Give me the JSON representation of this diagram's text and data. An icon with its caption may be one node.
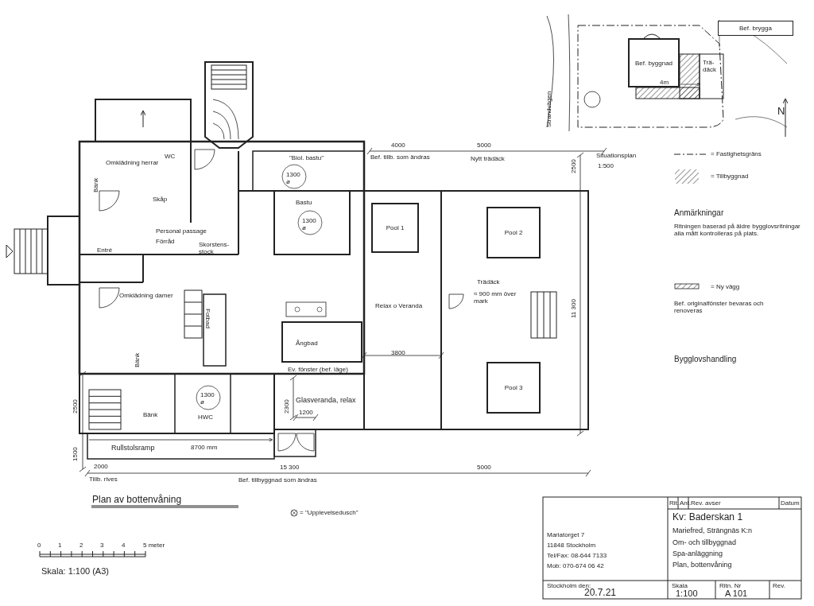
{
  "diagram": {
    "title": "Plan av bottenvåning",
    "nodes": [
      {
        "text": [
          "Bef. byggnad"
        ]
      },
      {
        "text": [
          "Bef. brygga"
        ]
      },
      {
        "text": [
          "Pool 1"
        ]
      },
      {
        "text": [
          "Pool 2"
        ]
      },
      {
        "text": [
          "Pool 3"
        ]
      }
    ],
    "labels": [
      "Strandvägen",
      "4m",
      "Trä- däck",
      "N",
      "4000",
      "5000",
      "Bef. tillb. som ändras",
      "Nytt trädäck",
      "2500",
      "Situationsplan",
      "1:500",
      "Omklädning herrar",
      "WC",
      "Bänk",
      "Skåp",
      "\"Biol. bastu\"",
      "1300 ø",
      "Bastu",
      "1300 ø",
      "Anmärkningar",
      "Ritningen baserad på äldre bygglovsritningar alla mått kontrolleras på plats.",
      "Personal passage",
      "Förråd",
      "Skorstens- stock",
      "Entré",
      "Omklädning damer",
      "Fotbad",
      "Ångbad",
      "Relax o Veranda",
      "Trädäck",
      "≈ 900 mm över mark",
      "11 300",
      "Bef. originalfönster bevaras och renoveras",
      "Bygglovshandling",
      "Bänk",
      "3800",
      "Ev. fönster (bef. läge)",
      "Glasveranda, relax",
      "2300",
      "1200",
      "1300 ø",
      "HWC",
      "Bänk",
      "2500",
      "1500",
      "Rullstolsramp",
      "8700 mm",
      "2000",
      "15 300",
      "5000",
      "Tillb. rives",
      "Bef. tillbyggnad som ändras",
      "= \"Upplevelsedusch\"",
      "0",
      "1",
      "2",
      "3",
      "4",
      "5 meter",
      "Skala: 1:100 (A3)",
      "Rit.",
      "Ant.",
      "Rev. avser",
      "Datum",
      "Mariatorget 7",
      "11848 Stockholm",
      "Tel/Fax: 08-644 7133",
      "Mob: 070-674 06 42",
      "Kv: Baderskan 1",
      "Mariefred, Strängnäs K:n",
      "Om- och tillbyggnad",
      "Spa-anläggning",
      "Plan, bottenvåning",
      "Stockholm den:",
      "20.7.21",
      "Skala",
      "1:100",
      "Ritn. Nr",
      "A 101",
      "Rev."
    ],
    "legend": [
      {
        "text": "= Fastighetsgräns"
      },
      {
        "text": "= Tillbyggnad"
      },
      {
        "text": "= Ny vägg"
      }
    ]
  }
}
